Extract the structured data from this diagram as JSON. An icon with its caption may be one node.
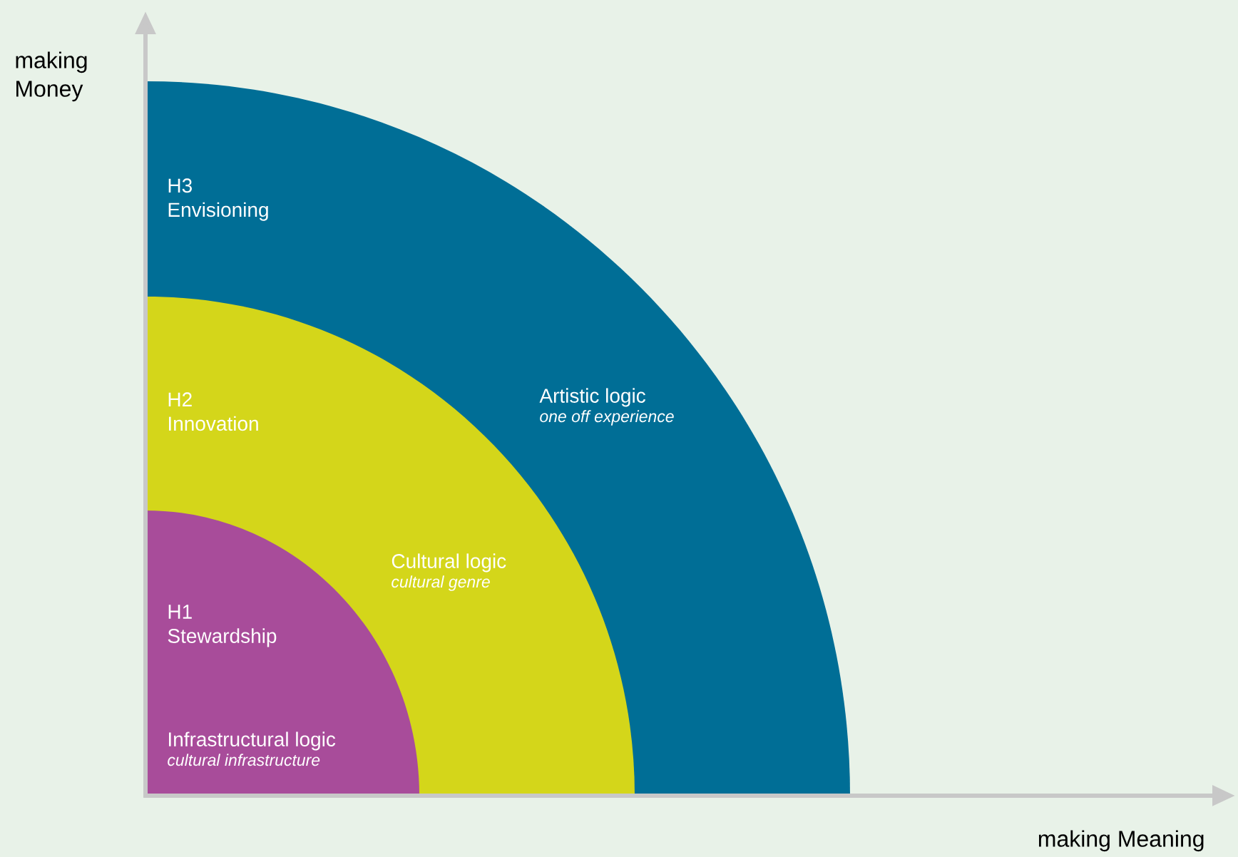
{
  "diagram": {
    "nodes": [
      {
        "text": [
          "H3 Envisioning",
          "Artistic logic",
          "one off experience"
        ]
      },
      {
        "text": [
          "H2 Innovation",
          "Cultural logic",
          "cultural genre"
        ],
        "in": 0
      },
      {
        "text": [
          "H1 Stewardship",
          "Infrastructural logic",
          "cultural infrastructure"
        ],
        "in": 1
      }
    ],
    "labels": [
      "making Money",
      "making Meaning"
    ]
  }
}
